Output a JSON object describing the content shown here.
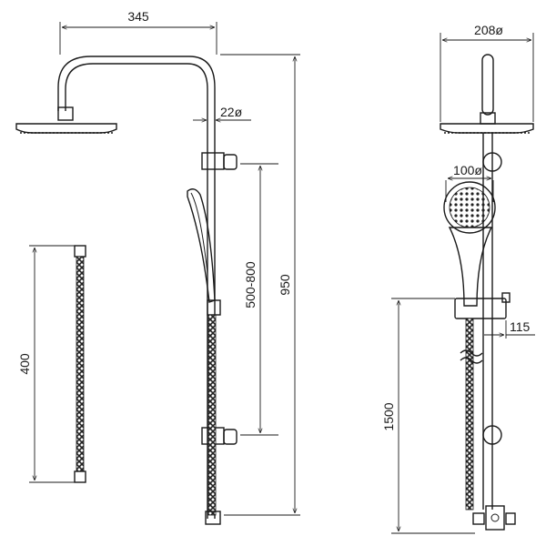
{
  "diagram": {
    "dimensions": {
      "head_arm_width": "345",
      "pipe_diameter": "22ø",
      "total_height": "950",
      "bracket_spacing": "500-800",
      "hose_length": "400",
      "head_diameter": "208ø",
      "handset_diameter": "100ø",
      "bracket_offset": "115",
      "rail_height": "1500"
    }
  }
}
